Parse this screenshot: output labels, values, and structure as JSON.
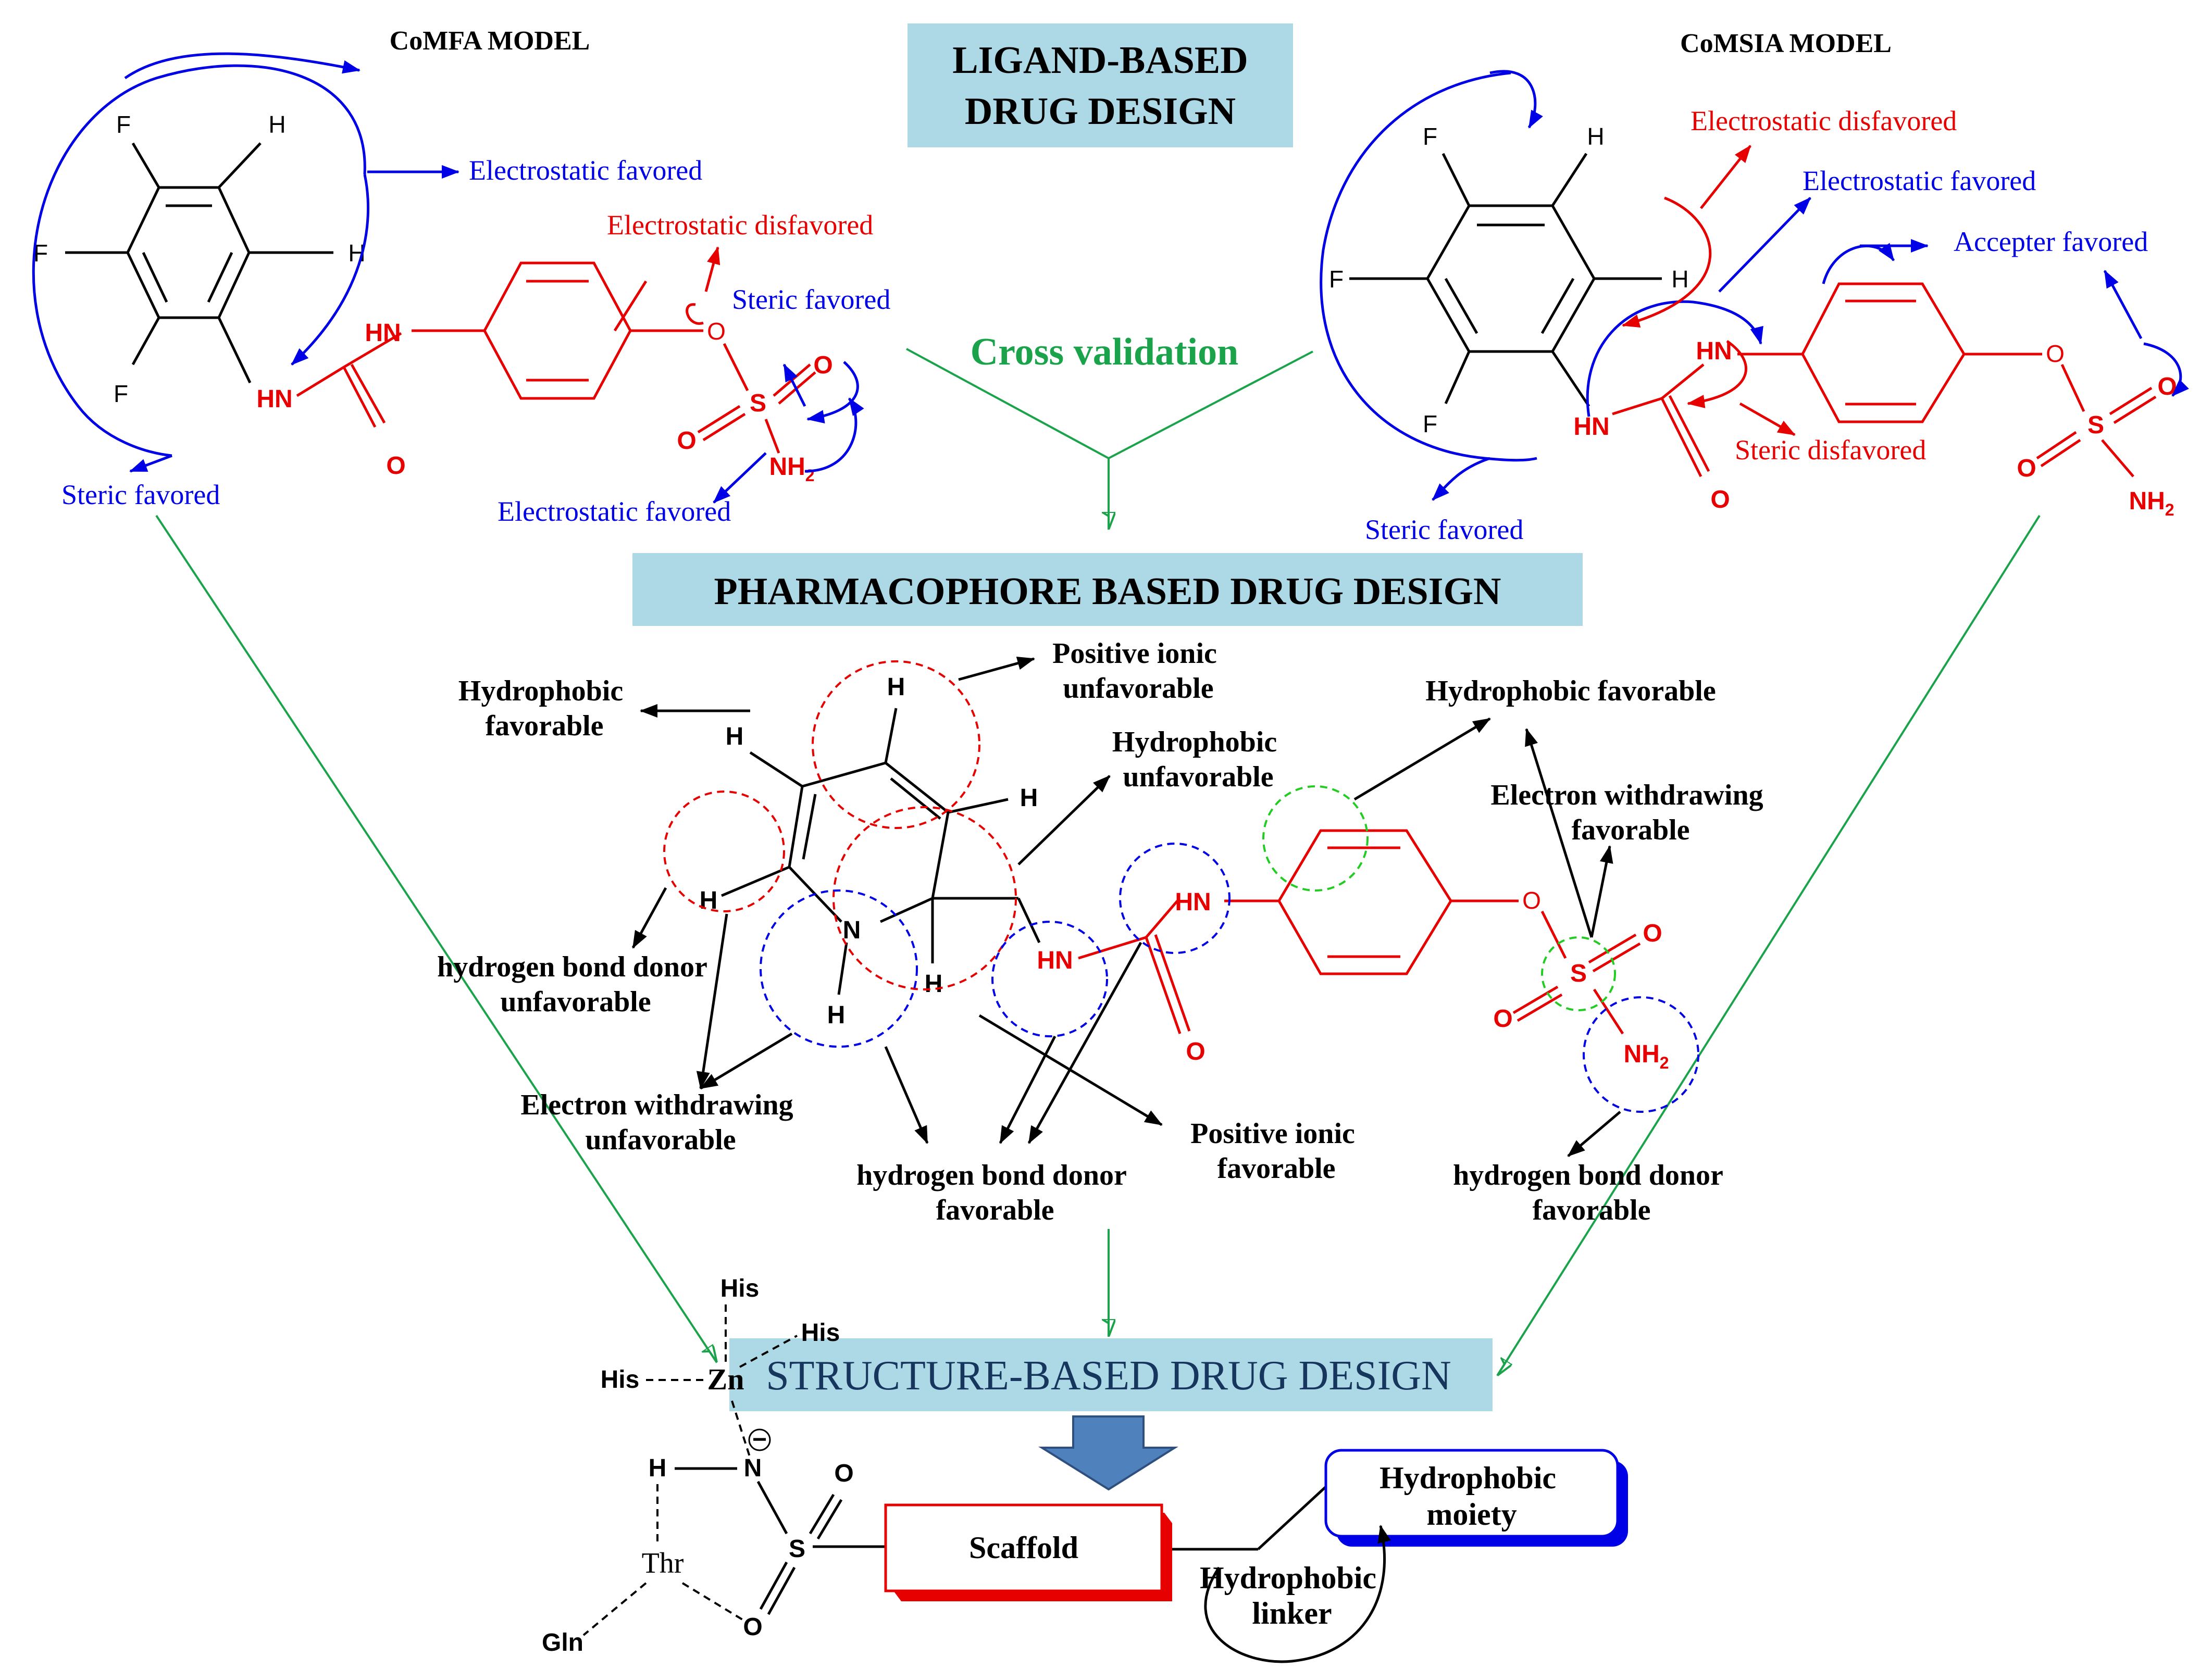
{
  "colors": {
    "banner_fill": "#add8e6",
    "red": "#e60000",
    "blue": "#0000e6",
    "green": "#1aa34a",
    "black": "#000000",
    "big_arrow": "#4f81bd"
  },
  "headers": {
    "ligand_line1": "LIGAND-BASED",
    "ligand_line2": "DRUG DESIGN",
    "comfa": "CoMFA MODEL",
    "comsia": "CoMSIA MODEL",
    "cross_validation": "Cross validation",
    "pharmacophore": "PHARMACOPHORE BASED DRUG DESIGN",
    "structure": "STRUCTURE-BASED DRUG DESIGN"
  },
  "comfa_labels": {
    "elec_favored_top": "Electrostatic favored",
    "elec_disfavored": "Electrostatic disfavored",
    "steric_favored_right": "Steric favored",
    "steric_favored_left": "Steric favored",
    "elec_favored_bottom": "Electrostatic favored"
  },
  "comsia_labels": {
    "elec_disfavored": "Electrostatic disfavored",
    "elec_favored": "Electrostatic favored",
    "accepter_favored": "Accepter favored",
    "steric_disfavored": "Steric disfavored",
    "steric_favored": "Steric favored"
  },
  "pharm_labels": {
    "hydrophobic_favorable_left_1": "Hydrophobic",
    "hydrophobic_favorable_left_2": "favorable",
    "positive_unfav_1": "Positive ionic",
    "positive_unfav_2": "unfavorable",
    "hydrophobic_unfav_1": "Hydrophobic",
    "hydrophobic_unfav_2": "unfavorable",
    "hydrophobic_favorable_right": "Hydrophobic favorable",
    "ew_favorable_1": "Electron withdrawing",
    "ew_favorable_2": "favorable",
    "hbd_unfav_1": "hydrogen bond donor",
    "hbd_unfav_2": "unfavorable",
    "ew_unfav_1": "Electron withdrawing",
    "ew_unfav_2": "unfavorable",
    "hbd_fav_center_1": "hydrogen bond donor",
    "hbd_fav_center_2": "favorable",
    "positive_fav_1": "Positive ionic",
    "positive_fav_2": "favorable",
    "hbd_fav_right_1": "hydrogen bond donor",
    "hbd_fav_right_2": "favorable"
  },
  "atoms": {
    "F": "F",
    "H": "H",
    "N": "N",
    "O": "O",
    "S": "S",
    "HN": "HN",
    "NH": "NH",
    "NH2_sub": "2",
    "Zn": "Zn",
    "His": "His",
    "Thr": "Thr",
    "Gln": "Gln",
    "minus": "−"
  },
  "sbdd_boxes": {
    "scaffold": "Scaffold",
    "hydrophobic_moiety_1": "Hydrophobic",
    "hydrophobic_moiety_2": "moiety",
    "linker_1": "Hydrophobic",
    "linker_2": "linker"
  }
}
